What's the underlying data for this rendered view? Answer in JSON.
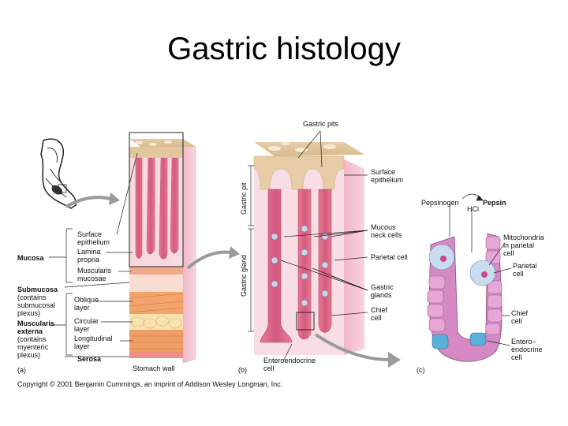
{
  "title": "Gastric histology",
  "panel_a": {
    "letter": "(a)",
    "caption": "Stomach wall",
    "left_labels": {
      "mucosa": "Mucosa",
      "submucosa": [
        "Submucosa",
        "(contains",
        "submucosal",
        "plexus)"
      ],
      "muscularis": [
        "Muscularis",
        "externa",
        "(contains",
        "myenteric",
        "plexus)"
      ],
      "serosa": "Serosa"
    },
    "inner_labels": {
      "surface_epithelium": [
        "Surface",
        "epithelium"
      ],
      "lamina_propria": [
        "Lamina",
        "propria"
      ],
      "muscularis_mucosae": [
        "Muscularis",
        "mucosae"
      ],
      "oblique_layer": [
        "Oblique",
        "layer"
      ],
      "circular_layer": [
        "Circular",
        "layer"
      ],
      "longitudinal_layer": [
        "Longitudinal",
        "layer"
      ]
    }
  },
  "panel_b": {
    "letter": "(b)",
    "top_label": "Gastric pits",
    "side_labels": {
      "gastric_pit": "Gastric pit",
      "gastric_gland": "Gastric gland"
    },
    "right_labels": {
      "surface_epithelium": [
        "Surface",
        "epithelium"
      ],
      "mucous_neck_cells": [
        "Mucous",
        "neck cells"
      ],
      "parietal_cell": "Parietal cell",
      "gastric_glands": [
        "Gastric",
        "glands"
      ],
      "chief_cell": [
        "Chief",
        "cell"
      ]
    },
    "bottom_label": [
      "Enteroendocrine",
      "cell"
    ]
  },
  "panel_c": {
    "letter": "(c)",
    "pepsinogen": "Pepsinogen",
    "pepsin": "Pepsin",
    "hcl": "HCl",
    "labels": {
      "mitochondria": [
        "Mitochondria",
        "in parietal",
        "cell"
      ],
      "parietal_cell": [
        "Parietal",
        "cell"
      ],
      "chief_cell": [
        "Chief",
        "cell"
      ],
      "enteroendocrine": [
        "Entero–",
        "endocrine",
        "cell"
      ]
    }
  },
  "copyright": "Copyright © 2001 Benjamin Cummings, an imprint of Addison Wesley Longman, Inc."
}
